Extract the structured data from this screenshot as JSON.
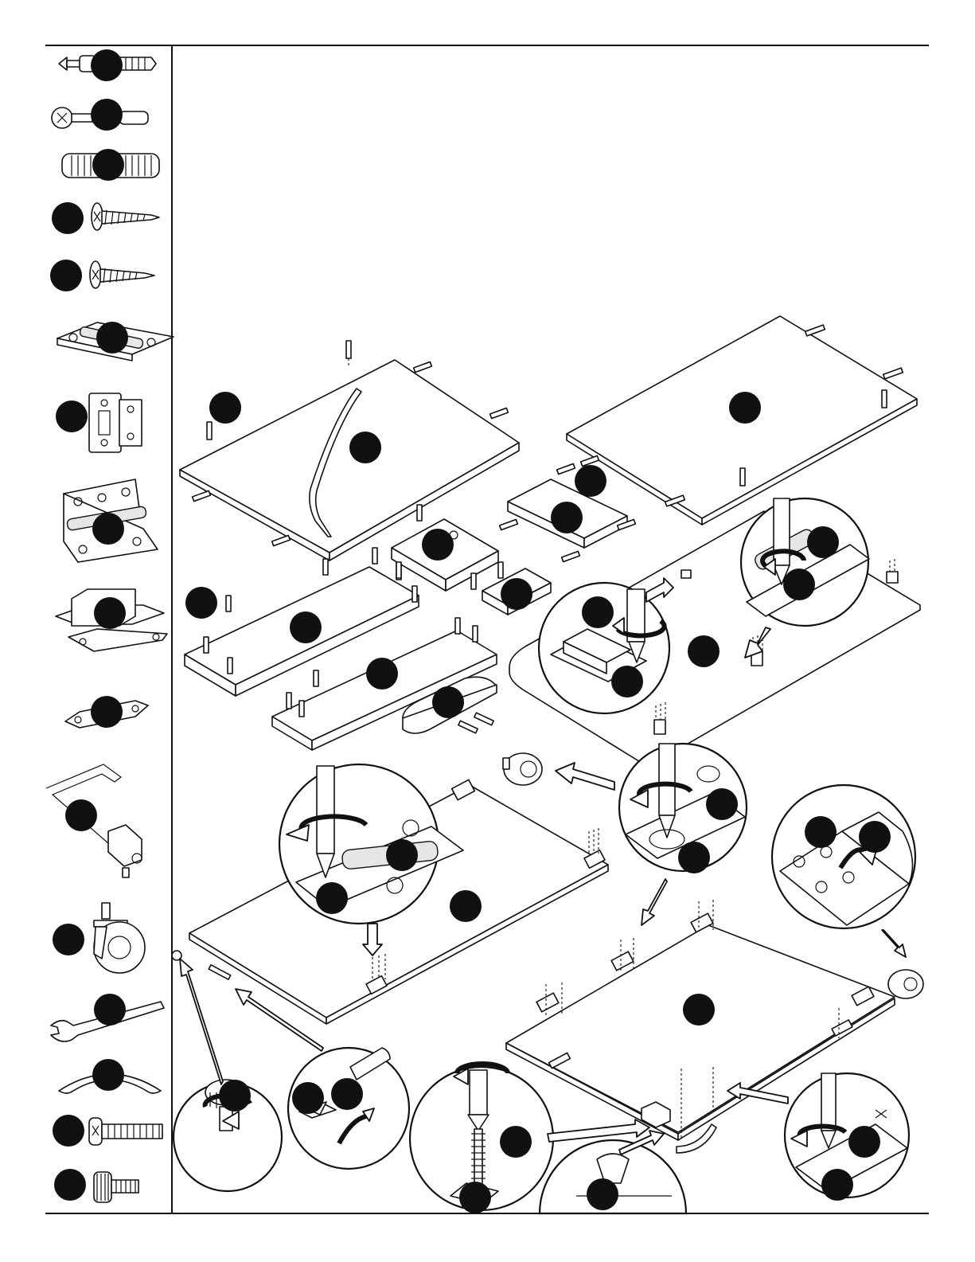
{
  "page": {
    "background": "#ffffff",
    "ink": "#111111"
  },
  "parts_column": {
    "items": [
      {
        "icon": "cam-bolt-icon"
      },
      {
        "icon": "cam-dowel-icon"
      },
      {
        "icon": "wood-dowel-icon"
      },
      {
        "icon": "wood-screw-long-icon"
      },
      {
        "icon": "wood-screw-short-icon"
      },
      {
        "icon": "flat-hinge-icon"
      },
      {
        "icon": "strike-plate-icon"
      },
      {
        "icon": "butt-hinge-icon"
      },
      {
        "icon": "magnetic-catch-icon"
      },
      {
        "icon": "catch-plate-icon"
      },
      {
        "icon": "allen-key-icon"
      },
      {
        "icon": "caster-wheel-icon"
      },
      {
        "icon": "wrench-icon"
      },
      {
        "icon": "handle-icon"
      },
      {
        "icon": "machine-screw-icon"
      },
      {
        "icon": "leveling-foot-icon"
      }
    ]
  },
  "assembly": {
    "panels": [
      "top-left-panel",
      "top-right-panel",
      "left-shelf",
      "right-shelf",
      "center-block",
      "small-block",
      "front-bar",
      "base-panel",
      "door-panel-left",
      "door-panel-right",
      "side-block"
    ],
    "detail_callouts": [
      "catch-install-detail",
      "hinge-screw-detail-top",
      "hinge-screw-detail-left",
      "caster-screw-detail",
      "hinge-fold-detail",
      "foot-detail",
      "screw-insert-detail",
      "screw-long-detail",
      "screw-tighten-detail",
      "handle-screw-detail",
      "hinge-plate-detail"
    ],
    "icons": [
      "screwdriver-icon",
      "rotate-arrow-icon",
      "pointer-arrow-icon"
    ]
  }
}
